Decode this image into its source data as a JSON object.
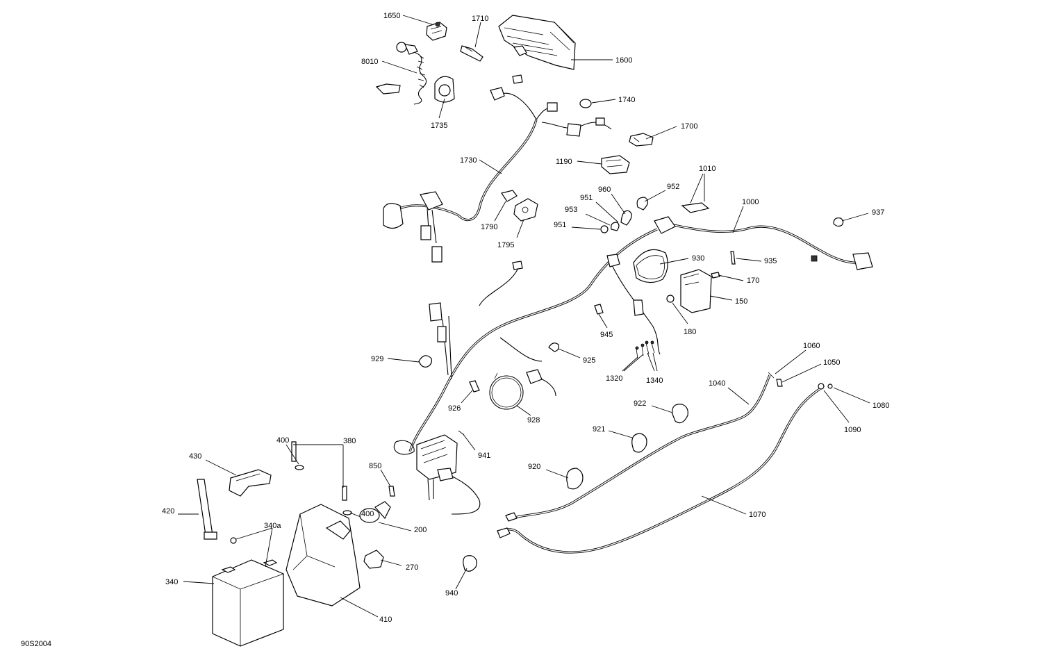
{
  "diagram": {
    "code": "90S2004",
    "labels": [
      {
        "id": "1650",
        "text": "1650"
      },
      {
        "id": "1710",
        "text": "1710"
      },
      {
        "id": "1600",
        "text": "1600"
      },
      {
        "id": "8010",
        "text": "8010"
      },
      {
        "id": "1735",
        "text": "1735"
      },
      {
        "id": "1740",
        "text": "1740"
      },
      {
        "id": "1700",
        "text": "1700"
      },
      {
        "id": "1730",
        "text": "1730"
      },
      {
        "id": "1190",
        "text": "1190"
      },
      {
        "id": "1010",
        "text": "1010"
      },
      {
        "id": "960",
        "text": "960"
      },
      {
        "id": "952",
        "text": "952"
      },
      {
        "id": "951a",
        "text": "951"
      },
      {
        "id": "953",
        "text": "953"
      },
      {
        "id": "951b",
        "text": "951"
      },
      {
        "id": "1000",
        "text": "1000"
      },
      {
        "id": "937",
        "text": "937"
      },
      {
        "id": "1790",
        "text": "1790"
      },
      {
        "id": "1795",
        "text": "1795"
      },
      {
        "id": "930",
        "text": "930"
      },
      {
        "id": "935",
        "text": "935"
      },
      {
        "id": "170",
        "text": "170"
      },
      {
        "id": "150",
        "text": "150"
      },
      {
        "id": "180",
        "text": "180"
      },
      {
        "id": "945",
        "text": "945"
      },
      {
        "id": "929",
        "text": "929"
      },
      {
        "id": "925",
        "text": "925"
      },
      {
        "id": "1320",
        "text": "1320"
      },
      {
        "id": "1340",
        "text": "1340"
      },
      {
        "id": "1060",
        "text": "1060"
      },
      {
        "id": "1050",
        "text": "1050"
      },
      {
        "id": "1040",
        "text": "1040"
      },
      {
        "id": "926",
        "text": "926"
      },
      {
        "id": "928",
        "text": "928"
      },
      {
        "id": "922",
        "text": "922"
      },
      {
        "id": "1080",
        "text": "1080"
      },
      {
        "id": "1090",
        "text": "1090"
      },
      {
        "id": "921",
        "text": "921"
      },
      {
        "id": "941",
        "text": "941"
      },
      {
        "id": "400a",
        "text": "400"
      },
      {
        "id": "380",
        "text": "380"
      },
      {
        "id": "430",
        "text": "430"
      },
      {
        "id": "850",
        "text": "850"
      },
      {
        "id": "920",
        "text": "920"
      },
      {
        "id": "1070",
        "text": "1070"
      },
      {
        "id": "400b",
        "text": "400"
      },
      {
        "id": "420",
        "text": "420"
      },
      {
        "id": "200",
        "text": "200"
      },
      {
        "id": "340a",
        "text": "340a"
      },
      {
        "id": "270",
        "text": "270"
      },
      {
        "id": "340",
        "text": "340"
      },
      {
        "id": "940",
        "text": "940"
      },
      {
        "id": "410",
        "text": "410"
      }
    ]
  }
}
